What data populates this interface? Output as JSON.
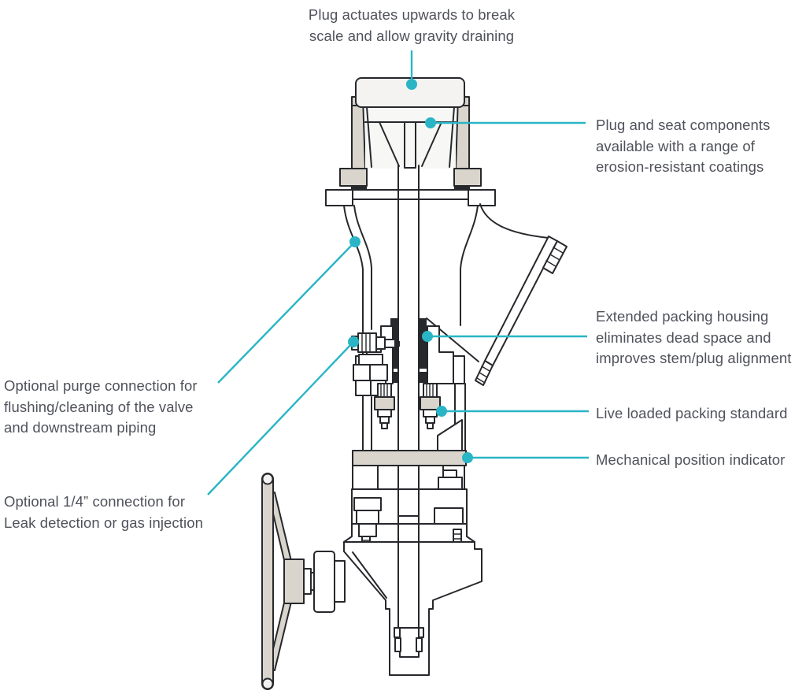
{
  "diagram": {
    "subject": "angle valve cutaway",
    "colors": {
      "callout_accent": "#2ab5c6",
      "label_text": "#50525b",
      "drawing_outline": "#26282c",
      "shaded_fill": "#d9d5cc",
      "light_fill": "#f4f3f1"
    },
    "callouts": [
      {
        "id": "plug-actuation",
        "lines": [
          "Plug actuates upwards to break",
          "scale and allow gravity draining"
        ]
      },
      {
        "id": "plug-seat",
        "lines": [
          "Plug and seat components",
          "available with a range of",
          "erosion-resistant coatings"
        ]
      },
      {
        "id": "extended-packing",
        "lines": [
          "Extended packing housing",
          "eliminates dead space and",
          "improves stem/plug alignment"
        ]
      },
      {
        "id": "live-loaded-packing",
        "lines": [
          "Live loaded packing standard"
        ]
      },
      {
        "id": "position-indicator",
        "lines": [
          "Mechanical position indicator"
        ]
      },
      {
        "id": "purge-connection",
        "lines": [
          "Optional purge connection for",
          "flushing/cleaning of the valve",
          "and downstream piping"
        ]
      },
      {
        "id": "quarter-inch-connection",
        "lines": [
          "Optional 1/4” connection for",
          "Leak detection or gas injection"
        ]
      }
    ]
  }
}
